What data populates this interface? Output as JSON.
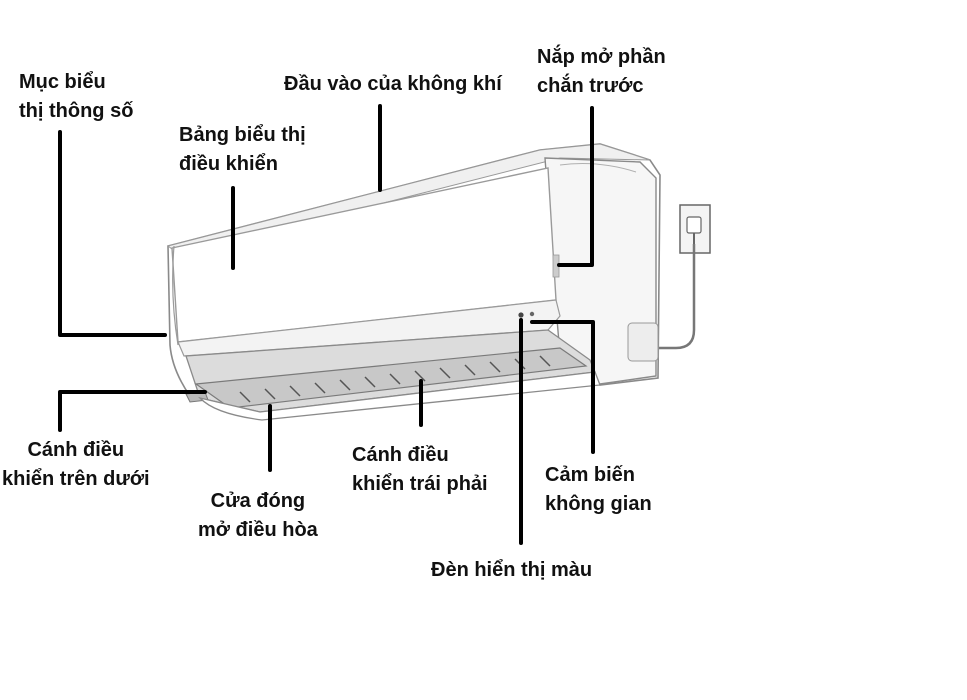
{
  "labels": {
    "parameter_display": [
      "Mục biểu",
      "thị thông số"
    ],
    "control_panel": [
      "Bảng biểu thị",
      "điều khiển"
    ],
    "air_inlet": [
      "Đầu vào của không khí"
    ],
    "front_cover_open": [
      "Nắp mở phần",
      "chắn trước"
    ],
    "vertical_flap": [
      "Cánh điều",
      "khiển trên dưới"
    ],
    "outlet_door": [
      "Cửa đóng",
      "mở điều hòa"
    ],
    "horizontal_flap": [
      "Cánh điều",
      "khiển trái phải"
    ],
    "room_sensor": [
      "Cảm biến",
      "không gian"
    ],
    "color_indicator": [
      "Đèn hiển thị màu"
    ]
  },
  "colors": {
    "leader_line": "#000000",
    "unit_outline": "#8a8a8a",
    "unit_shade": "#d9d9d9"
  }
}
